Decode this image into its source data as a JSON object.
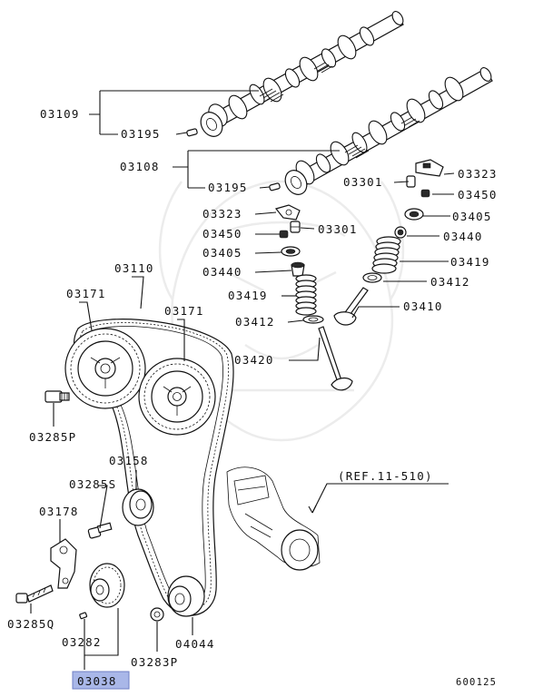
{
  "diagram": {
    "labels": {
      "p03109": "03109",
      "p03195a": "03195",
      "p03108": "03108",
      "p03195b": "03195",
      "p03301a": "03301",
      "p03323a": "03323",
      "p03450a": "03450",
      "p03323b": "03323",
      "p03405a": "03405",
      "p03450b": "03450",
      "p03301b": "03301",
      "p03440a": "03440",
      "p03405b": "03405",
      "p03419a": "03419",
      "p03440b": "03440",
      "p03412a": "03412",
      "p03419b": "03419",
      "p03410": "03410",
      "p03412b": "03412",
      "p03110": "03110",
      "p03171a": "03171",
      "p03171b": "03171",
      "p03420": "03420",
      "p03285p": "03285P",
      "p03158": "03158",
      "p03285s": "03285S",
      "ref": "(REF.11-510)",
      "p03178": "03178",
      "p03285q": "03285Q",
      "p03282": "03282",
      "p04044": "04044",
      "p03283p": "03283P",
      "p03038": "03038",
      "diagram_code": "600125"
    },
    "highlight_color": "#a9b7e8"
  }
}
